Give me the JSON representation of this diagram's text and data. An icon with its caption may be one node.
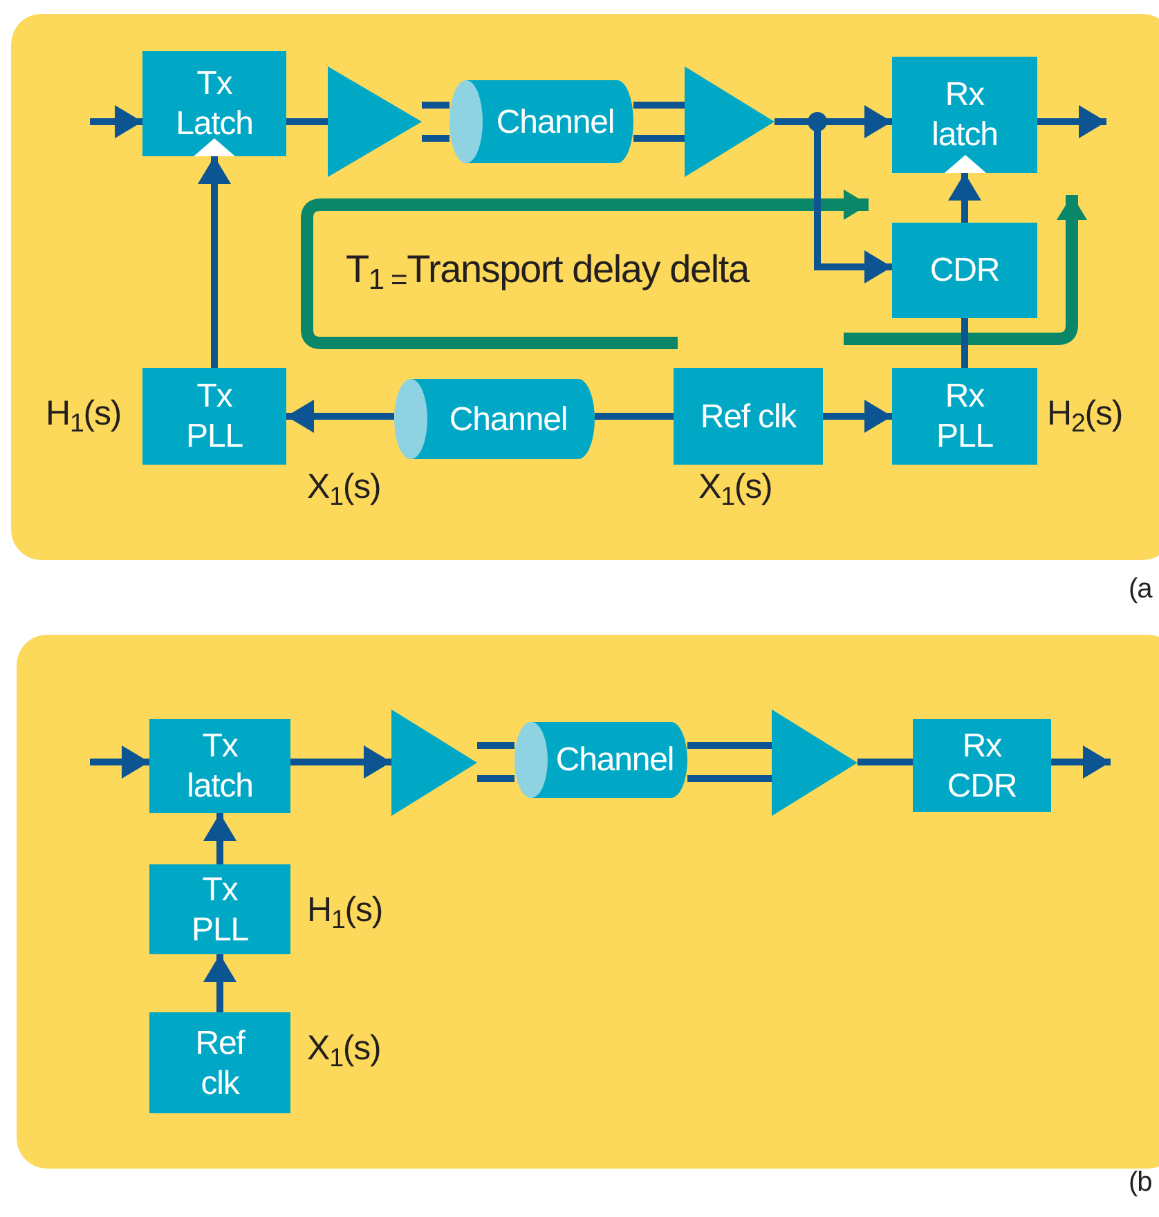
{
  "diagram": {
    "nodes": [
      {
        "text": [],
        "shape": "box"
      },
      {
        "text": [
          "Tx Latch"
        ],
        "in": 0
      },
      {
        "text": [],
        "shape": "triangle",
        "in": 0
      },
      {
        "text": [
          "Channel"
        ],
        "in": 0
      },
      {
        "text": [],
        "shape": "triangle",
        "in": 0
      },
      {
        "text": [
          "Rx latch"
        ],
        "in": 0
      },
      {
        "text": [
          "CDR"
        ],
        "in": 0
      },
      {
        "text": [
          "Tx PLL"
        ],
        "in": 0,
        "beside": [
          "H$_{1}$(s)"
        ]
      },
      {
        "text": [
          "Channel"
        ],
        "in": 0
      },
      {
        "text": [
          "Ref clk"
        ],
        "in": 0,
        "beside": [
          "X$_{1}$(s)"
        ]
      },
      {
        "text": [
          "Rx PLL"
        ],
        "in": 0,
        "beside": [
          "H$_{2}$(s)"
        ]
      },
      {
        "text": [],
        "shape": "box"
      },
      {
        "text": [
          "Tx latch"
        ],
        "in": 11
      },
      {
        "text": [],
        "shape": "triangle",
        "in": 11
      },
      {
        "text": [
          "Channel"
        ],
        "in": 11
      },
      {
        "text": [],
        "shape": "triangle",
        "in": 11
      },
      {
        "text": [
          "Rx CDR"
        ],
        "in": 11
      },
      {
        "text": [
          "Tx PLL"
        ],
        "in": 11,
        "beside": [
          "H$_{1}$(s)"
        ]
      },
      {
        "text": [
          "Ref clk"
        ],
        "in": 11,
        "beside": [
          "X$_{1}$(s)"
        ]
      }
    ],
    "edges": [
      {
        "from": null,
        "to": 1,
        "arrow": "to"
      },
      {
        "from": 1,
        "to": 2,
        "arrow": "none"
      },
      {
        "from": 2,
        "to": 3,
        "arrow": "none"
      },
      {
        "from": 3,
        "to": 4,
        "arrow": "none"
      },
      {
        "from": 4,
        "to": 5,
        "arrow": "to"
      },
      {
        "from": 4,
        "to": 6,
        "arrow": "to"
      },
      {
        "from": 5,
        "to": null,
        "arrow": "to"
      },
      {
        "from": 6,
        "to": 5,
        "arrow": "to"
      },
      {
        "from": 7,
        "to": 1,
        "arrow": "to"
      },
      {
        "from": 9,
        "to": 8,
        "arrow": "none"
      },
      {
        "from": 8,
        "to": 7,
        "arrow": "to"
      },
      {
        "from": 9,
        "to": 10,
        "arrow": "to"
      },
      {
        "from": 10,
        "to": 6,
        "arrow": "none"
      },
      {
        "from": null,
        "to": 12,
        "arrow": "to"
      },
      {
        "from": 12,
        "to": 13,
        "arrow": "to"
      },
      {
        "from": 13,
        "to": 14,
        "arrow": "none"
      },
      {
        "from": 14,
        "to": 15,
        "arrow": "none"
      },
      {
        "from": 15,
        "to": 16,
        "arrow": "none"
      },
      {
        "from": 16,
        "to": null,
        "arrow": "to"
      },
      {
        "from": 17,
        "to": 12,
        "arrow": "to"
      },
      {
        "from": 18,
        "to": 17,
        "arrow": "to"
      }
    ],
    "labels": [
      "T$_{1 =}$Transport delay delta",
      "X$_{1}$(s)",
      "(a",
      "(b"
    ]
  }
}
